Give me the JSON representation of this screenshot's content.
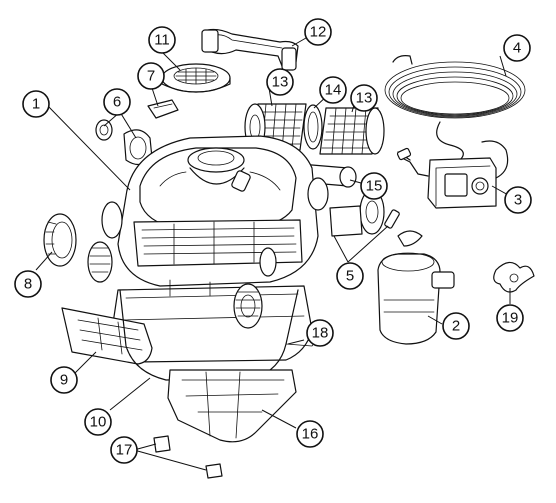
{
  "diagram": {
    "callouts": [
      {
        "id": "callout-1",
        "label": "1"
      },
      {
        "id": "callout-2",
        "label": "2"
      },
      {
        "id": "callout-3",
        "label": "3"
      },
      {
        "id": "callout-4",
        "label": "4"
      },
      {
        "id": "callout-5",
        "label": "5"
      },
      {
        "id": "callout-6",
        "label": "6"
      },
      {
        "id": "callout-7",
        "label": "7"
      },
      {
        "id": "callout-8",
        "label": "8"
      },
      {
        "id": "callout-9",
        "label": "9"
      },
      {
        "id": "callout-10",
        "label": "10"
      },
      {
        "id": "callout-11",
        "label": "11"
      },
      {
        "id": "callout-12",
        "label": "12"
      },
      {
        "id": "callout-13a",
        "label": "13"
      },
      {
        "id": "callout-13b",
        "label": "13"
      },
      {
        "id": "callout-14",
        "label": "14"
      },
      {
        "id": "callout-15",
        "label": "15"
      },
      {
        "id": "callout-16",
        "label": "16"
      },
      {
        "id": "callout-17",
        "label": "17"
      },
      {
        "id": "callout-18",
        "label": "18"
      },
      {
        "id": "callout-19",
        "label": "19"
      }
    ]
  }
}
